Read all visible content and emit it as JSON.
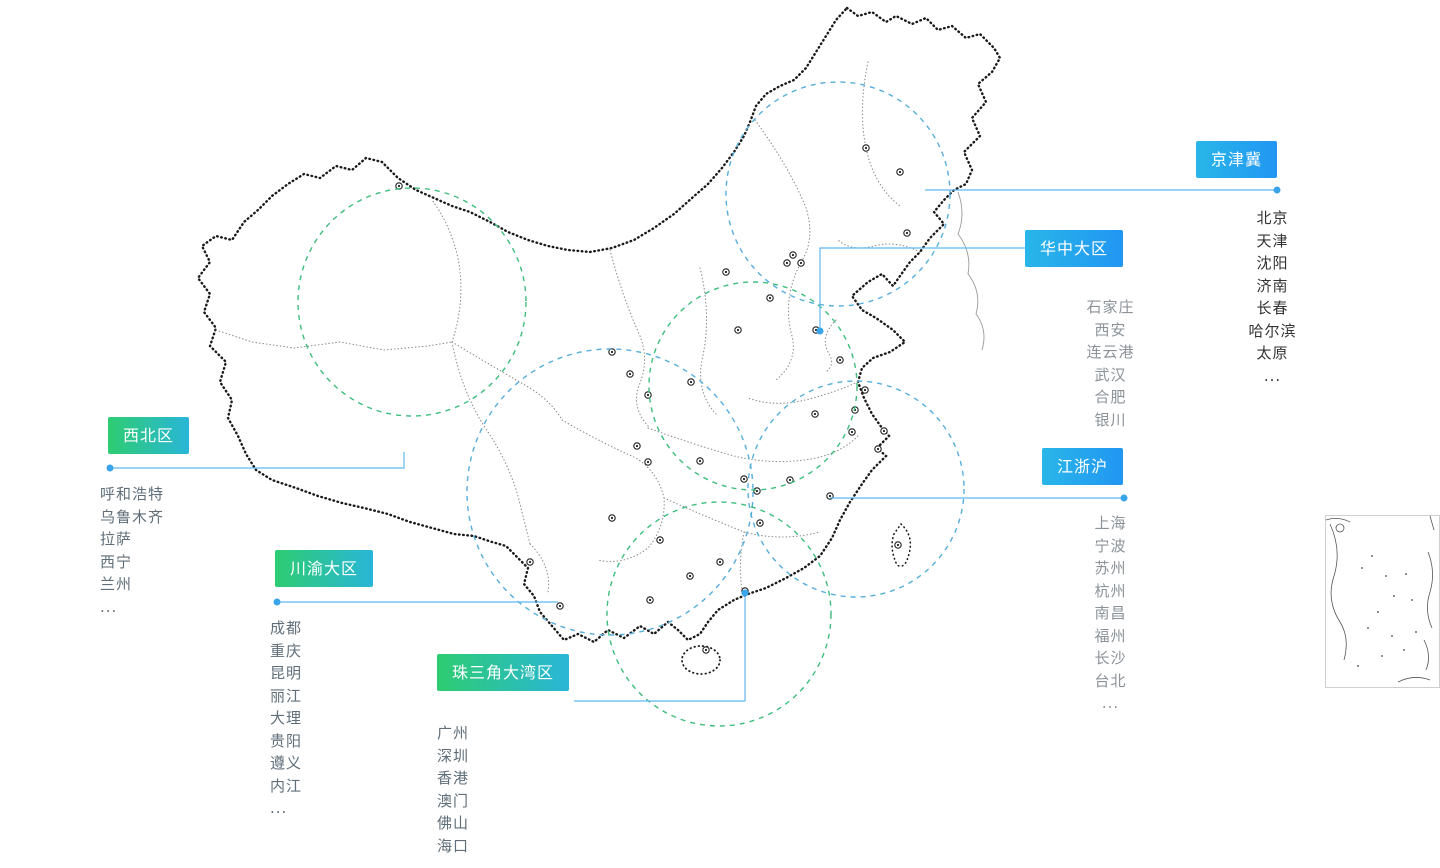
{
  "colors": {
    "tag_blue_start": "#29b6e8",
    "tag_blue_end": "#2196f3",
    "tag_green_start": "#2ecc71",
    "tag_green_end": "#29b6d8",
    "connector": "#62b8ee",
    "dot": "#3aa4e8",
    "circle_blue": "#56aedd",
    "circle_green": "#3dbd7d",
    "city_dark": "#333333",
    "city_gray": "#8b9298",
    "city_medium": "#5f6e79",
    "map_stroke": "#1a1a1a"
  },
  "regions": {
    "jingjinji": {
      "label": "京津冀",
      "cities": [
        "北京",
        "天津",
        "沈阳",
        "济南",
        "长春",
        "哈尔滨",
        "太原",
        "..."
      ]
    },
    "huazhong": {
      "label": "华中大区",
      "cities": [
        "石家庄",
        "西安",
        "连云港",
        "武汉",
        "合肥",
        "银川"
      ]
    },
    "jiangzhehu": {
      "label": "江浙沪",
      "cities": [
        "上海",
        "宁波",
        "苏州",
        "杭州",
        "南昌",
        "福州",
        "长沙",
        "台北",
        "..."
      ]
    },
    "xibei": {
      "label": "西北区",
      "cities": [
        "呼和浩特",
        "乌鲁木齐",
        "拉萨",
        "西宁",
        "兰州",
        "..."
      ]
    },
    "chuanyu": {
      "label": "川渝大区",
      "cities": [
        "成都",
        "重庆",
        "昆明",
        "丽江",
        "大理",
        "贵阳",
        "遵义",
        "内江",
        "..."
      ]
    },
    "zhusanjiao": {
      "label": "珠三角大湾区",
      "cities": [
        "广州",
        "深圳",
        "香港",
        "澳门",
        "佛山",
        "海口",
        "..."
      ]
    }
  }
}
